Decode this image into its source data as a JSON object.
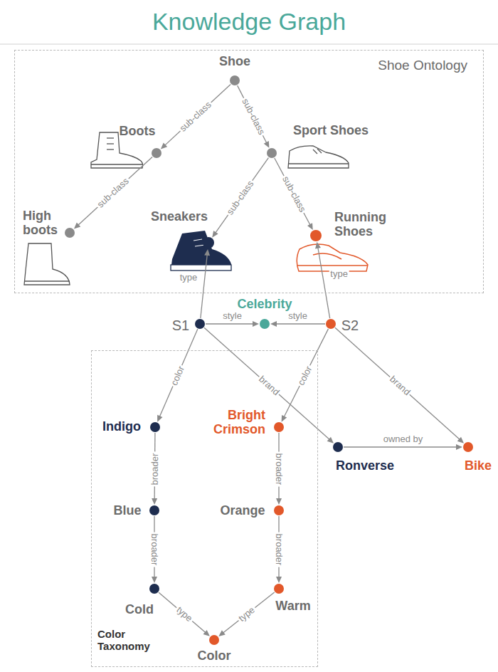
{
  "diagram": {
    "title": "Knowledge Graph",
    "nodes": [
      {
        "text": [
          "Shoe Ontology"
        ]
      },
      {
        "text": [
          "Shoe"
        ],
        "in": 0
      },
      {
        "text": [
          "Boots"
        ],
        "in": 0
      },
      {
        "text": [
          "Sport Shoes"
        ],
        "in": 0
      },
      {
        "text": [
          "High boots"
        ],
        "in": 0
      },
      {
        "text": [
          "Sneakers"
        ],
        "in": 0
      },
      {
        "text": [
          "Running Shoes"
        ],
        "in": 0
      },
      {
        "text": [
          "S1"
        ]
      },
      {
        "text": [
          "Celebrity"
        ]
      },
      {
        "text": [
          "S2"
        ]
      },
      {
        "text": [
          "Color Taxonomy"
        ]
      },
      {
        "text": [
          "Indigo"
        ],
        "in": 10
      },
      {
        "text": [
          "Bright Crimson"
        ],
        "in": 10
      },
      {
        "text": [
          "Ronverse"
        ]
      },
      {
        "text": [
          "Bike"
        ]
      },
      {
        "text": [
          "Blue"
        ],
        "in": 10
      },
      {
        "text": [
          "Orange"
        ],
        "in": 10
      },
      {
        "text": [
          "Cold"
        ],
        "in": 10
      },
      {
        "text": [
          "Warm"
        ],
        "in": 10
      },
      {
        "text": [
          "Color"
        ],
        "in": 10
      }
    ],
    "edges": [
      {
        "from": 1,
        "to": 2,
        "label": "sub-class",
        "arrow": "to"
      },
      {
        "from": 1,
        "to": 3,
        "label": "sub-class",
        "arrow": "to"
      },
      {
        "from": 2,
        "to": 4,
        "label": "sub-class",
        "arrow": "to"
      },
      {
        "from": 3,
        "to": 5,
        "label": "sub-class",
        "arrow": "to"
      },
      {
        "from": 3,
        "to": 6,
        "label": "sub-class",
        "arrow": "to"
      },
      {
        "from": 7,
        "to": 5,
        "label": "type",
        "arrow": "to"
      },
      {
        "from": 9,
        "to": 6,
        "label": "type",
        "arrow": "to"
      },
      {
        "from": 7,
        "to": 8,
        "label": "style",
        "arrow": "to"
      },
      {
        "from": 9,
        "to": 8,
        "label": "style",
        "arrow": "to"
      },
      {
        "from": 7,
        "to": 11,
        "label": "color",
        "arrow": "to"
      },
      {
        "from": 7,
        "to": 13,
        "label": "brand",
        "arrow": "to"
      },
      {
        "from": 9,
        "to": 12,
        "label": "color",
        "arrow": "to"
      },
      {
        "from": 9,
        "to": 14,
        "label": "brand",
        "arrow": "to"
      },
      {
        "from": 13,
        "to": 14,
        "label": "owned by",
        "arrow": "to"
      },
      {
        "from": 11,
        "to": 15,
        "label": "broader",
        "arrow": "to"
      },
      {
        "from": 15,
        "to": 17,
        "label": "broader",
        "arrow": "to"
      },
      {
        "from": 12,
        "to": 16,
        "label": "broader",
        "arrow": "to"
      },
      {
        "from": 16,
        "to": 18,
        "label": "broader",
        "arrow": "to"
      },
      {
        "from": 17,
        "to": 19,
        "label": "type",
        "arrow": "to"
      },
      {
        "from": 18,
        "to": 19,
        "label": "type",
        "arrow": "to"
      }
    ]
  }
}
